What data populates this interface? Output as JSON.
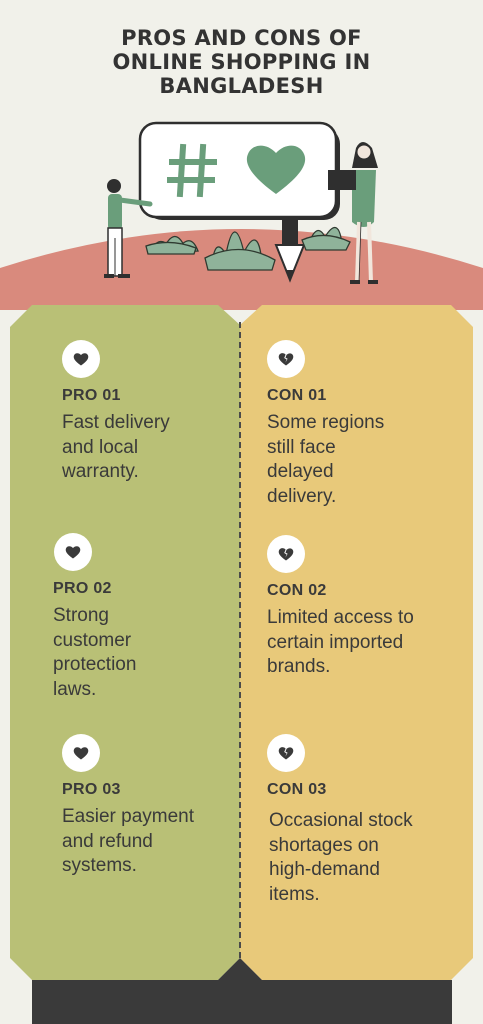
{
  "header": {
    "title_line1": "PROS AND CONS OF",
    "title_line2": "ONLINE SHOPPING IN",
    "title_line3": "BANGLADESH"
  },
  "illustration": {
    "billboard_symbols": [
      "#",
      "heart"
    ]
  },
  "colors": {
    "background": "#f1f1ea",
    "arc": "#d98a7d",
    "pros_panel": "#b9c076",
    "cons_panel": "#e8c97a",
    "accent_green": "#6a9e7b",
    "dark": "#3a3a3a"
  },
  "pros": [
    {
      "label": "PRO 01",
      "lines": [
        "Fast delivery",
        "and local",
        "warranty."
      ],
      "icon": "heart-icon"
    },
    {
      "label": "PRO 02",
      "lines": [
        "Strong",
        "customer",
        "protection",
        "laws."
      ],
      "icon": "heart-icon"
    },
    {
      "label": "PRO 03",
      "lines": [
        "Easier payment",
        "and refund",
        "systems."
      ],
      "icon": "heart-icon"
    }
  ],
  "cons": [
    {
      "label": "CON 01",
      "lines": [
        "Some regions",
        "still face",
        "delayed",
        "delivery."
      ],
      "icon": "broken-heart-icon"
    },
    {
      "label": "CON 02",
      "lines": [
        "Limited access to",
        "certain imported",
        "brands."
      ],
      "icon": "broken-heart-icon"
    },
    {
      "label": "CON 03",
      "lines": [
        "Occasional stock",
        "shortages on",
        "high-demand",
        "items."
      ],
      "icon": "broken-heart-icon"
    }
  ]
}
